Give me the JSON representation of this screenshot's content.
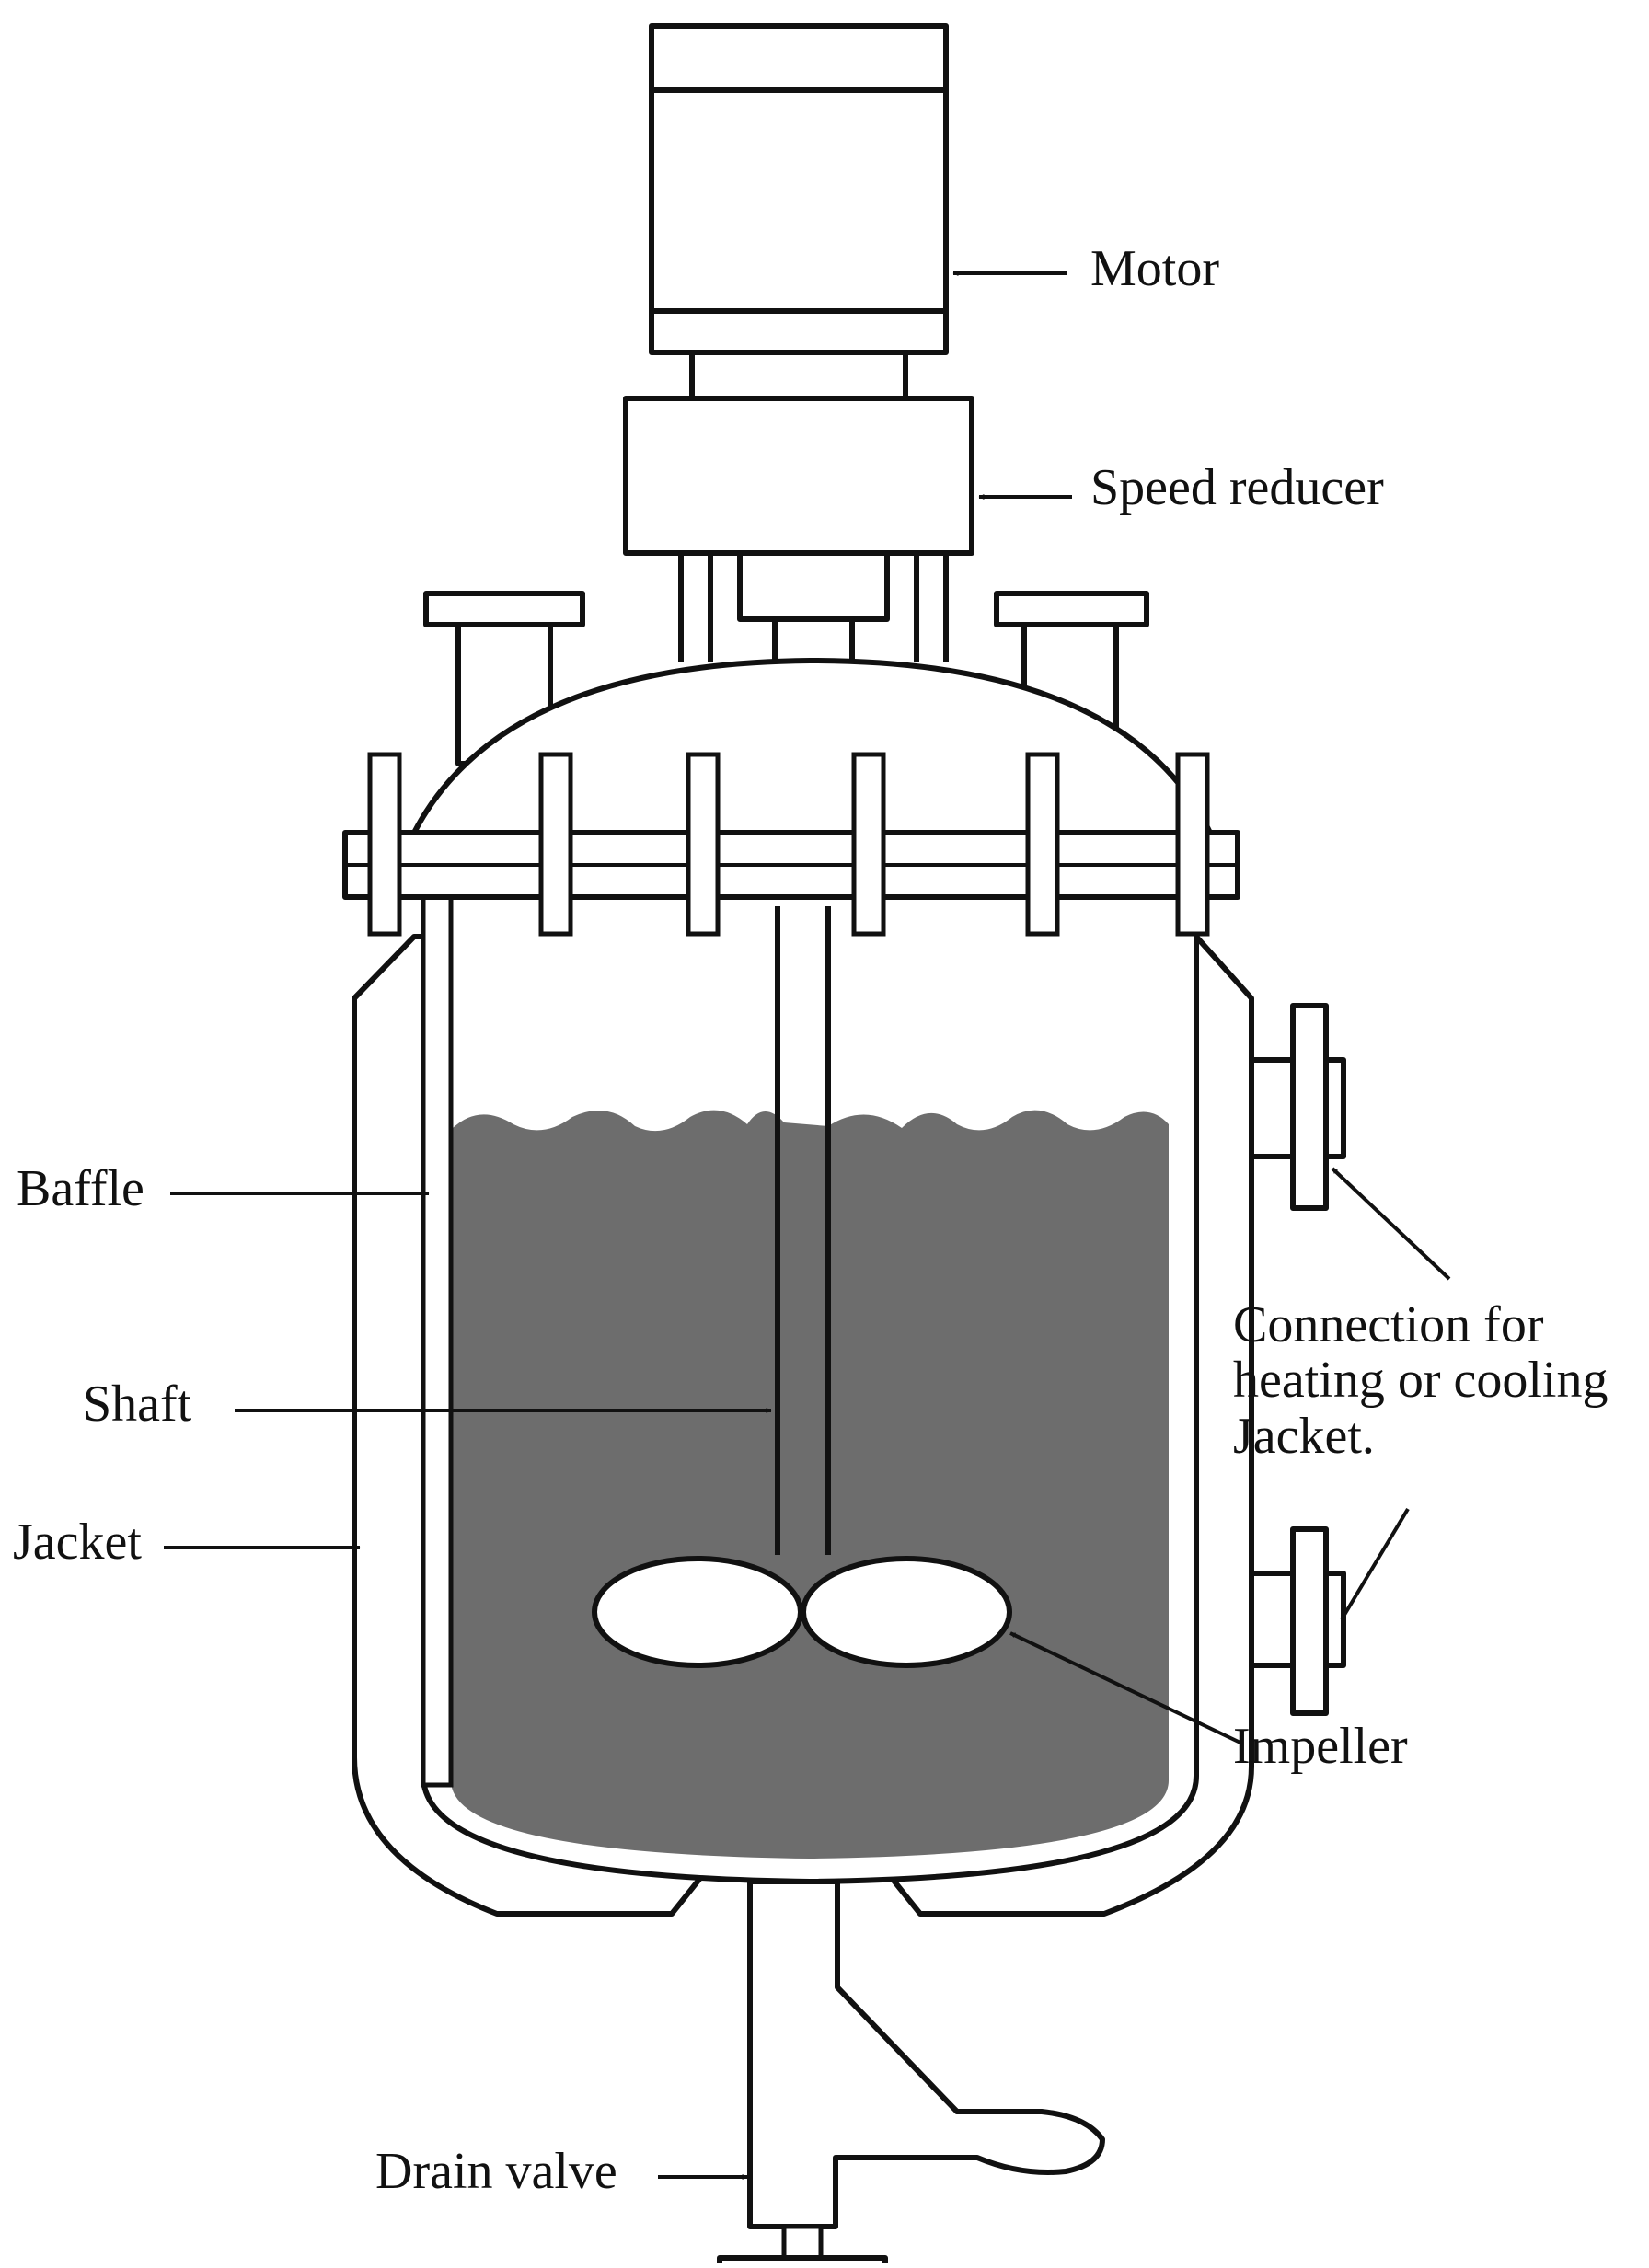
{
  "colors": {
    "ink": "#111111",
    "liquid": "#6d6d6d",
    "background": "#ffffff"
  },
  "labels": {
    "motor": "Motor",
    "speed_reducer": "Speed reducer",
    "baffle": "Baffle",
    "shaft": "Shaft",
    "jacket": "Jacket",
    "connection": "Connection for\nheating or cooling\nJacket.",
    "impeller": "Impeller",
    "drain_valve": "Drain valve"
  }
}
